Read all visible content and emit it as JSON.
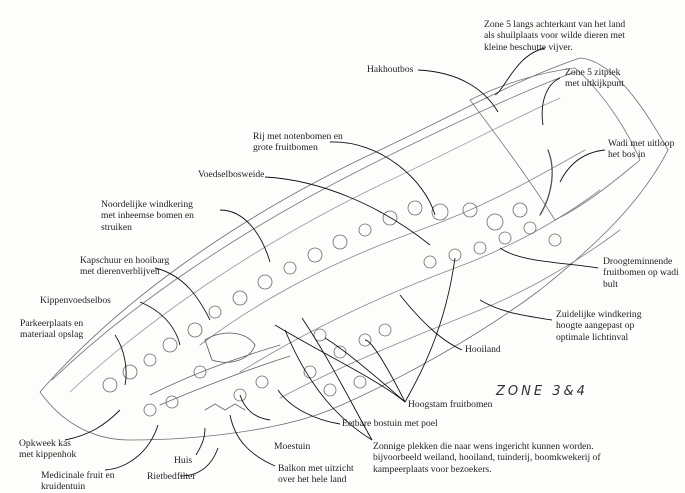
{
  "labels": {
    "zone5_back": "Zone 5 langs achterkant van het land\nals shuilplaats voor wilde dieren met\nkleine beschutte vijver.",
    "hakhoutbos": "Hakhoutbos",
    "zone5_zitplek": "Zone 5 zitplek\nmet uitkijkpunt",
    "notenbomen": "Rij met notenbomen en\ngrote fruitbomen",
    "wadi": "Wadi met uitloop\nhet bos in",
    "voedselbosweide": "Voedselbosweide",
    "noordelijke": "Noordelijke windkering\nmet inheemse bomen en\nstruiken",
    "kapschuur": "Kapschuur en hooibarg\nmet dierenverblijven",
    "droogteminnende": "Droogteminnende\nfruitbomen op wadi\nbult",
    "kippenvoedselbos": "Kippenvoedselbos",
    "zuidelijke": "Zuidelijke windkering\nhoogte aangepast op\noptimale lichtinval",
    "parkeerplaats": "Parkeerplaats en\nmateriaal opslag",
    "hooiland": "Hooiland",
    "hoogstam": "Hoogstam fruitbomen",
    "eetbare": "Eetbare bostuin met poel",
    "opkweek": "Opkweek kas\nmet kippenhok",
    "moestuin": "Moestuin",
    "zonnige": "Zonnige plekken die naar wens ingericht kunnen worden.\nbijvoorbeeld weiland, hooiland, tuinderij, boomkwekerij of\nkampeerplaats voor bezoekers.",
    "huis": "Huis",
    "medicinale": "Medicinale fruit en\nkruidentuin",
    "rietbedfilter": "Rietbedfilter",
    "balkon": "Balkon met uitzicht\nover het hele land"
  },
  "zone_tag": "ZONE 3&4",
  "colors": {
    "ink": "#2a2a2a",
    "pencil": "#8a8a8a",
    "paper": "#fdfdfb"
  }
}
